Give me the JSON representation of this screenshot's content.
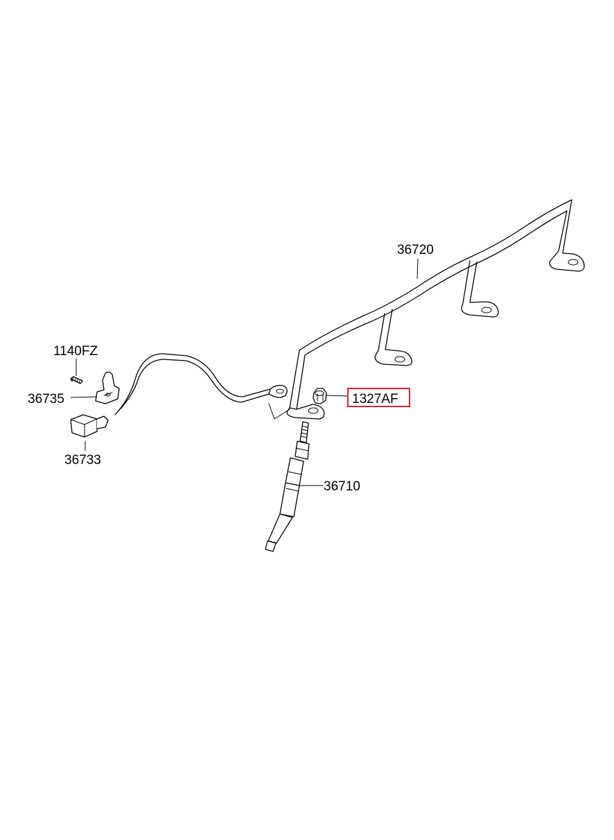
{
  "diagram": {
    "labels": {
      "p36720": "36720",
      "p1140FZ": "1140FZ",
      "p36735": "36735",
      "p1327AF": "1327AF",
      "p36733": "36733",
      "p36710": "36710"
    },
    "highlighted_part": "1327AF",
    "highlight_color": "#d9262a"
  }
}
